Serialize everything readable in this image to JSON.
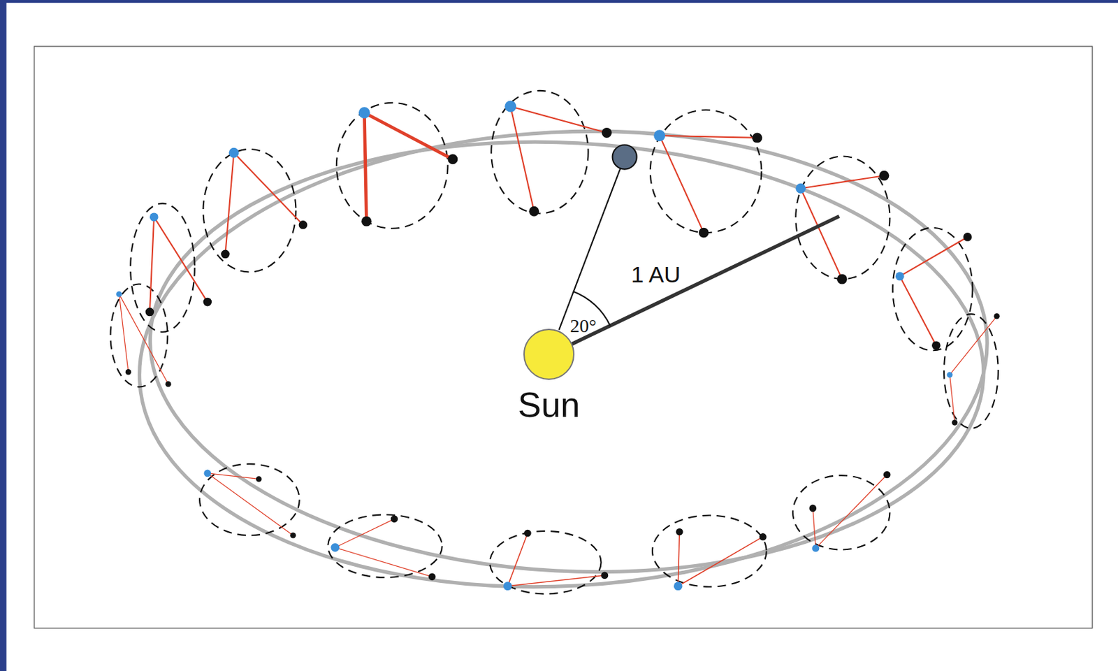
{
  "diagram": {
    "nodes": [
      {
        "text": [
          "Sun"
        ]
      }
    ],
    "labels": [
      "1 AU",
      "20°"
    ]
  }
}
